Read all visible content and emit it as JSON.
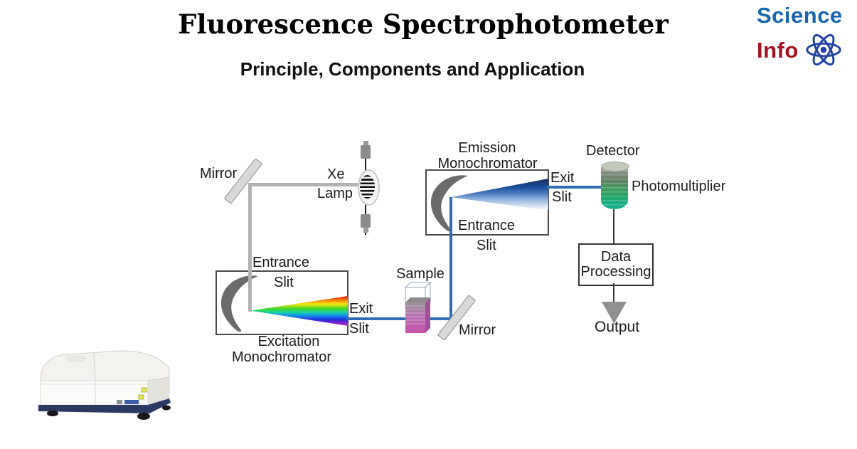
{
  "header": {
    "title": "Fluorescence Spectrophotometer",
    "subtitle": "Principle, Components and Application"
  },
  "logo": {
    "word1": "Science",
    "word2": "Info",
    "atom_icon": "atom-icon"
  },
  "colors": {
    "logo_blue": "#1766ae",
    "logo_red": "#a31220",
    "atom_blue": "#2343a4",
    "beam_gray": "#b2b2b2",
    "beam_blue": "#2e6db4",
    "box_border": "#4a4a4a",
    "mirror_fill": "#d9d9d9",
    "grating_gray": "#6b6b6b",
    "detector_green": "#27a565",
    "detector_teal": "#14ae8d",
    "sample_liquid": "#c653ad",
    "output_arrow": "#909090",
    "instrument_base_navy": "#2c3a63"
  },
  "diagram": {
    "mirror_top_label": "Mirror",
    "xe_label": "Xe",
    "lamp_label": "Lamp",
    "exc_entrance": "Entrance",
    "exc_entrance_slit": "Slit",
    "exc_exit": "Exit",
    "exc_exit_slit": "Slit",
    "exc_name_line1": "Excitation",
    "exc_name_line2": "Monochromator",
    "sample_label": "Sample",
    "mirror_bottom_label": "Mirror",
    "em_name_line1": "Emission",
    "em_name_line2": "Monochromator",
    "em_exit": "Exit",
    "em_exit_slit": "Slit",
    "em_entrance": "Entrance",
    "em_entrance_slit": "Slit",
    "detector_label": "Detector",
    "photomultiplier_label": "Photomultiplier",
    "data_processing_line1": "Data",
    "data_processing_line2": "Processing",
    "output_label": "Output"
  }
}
